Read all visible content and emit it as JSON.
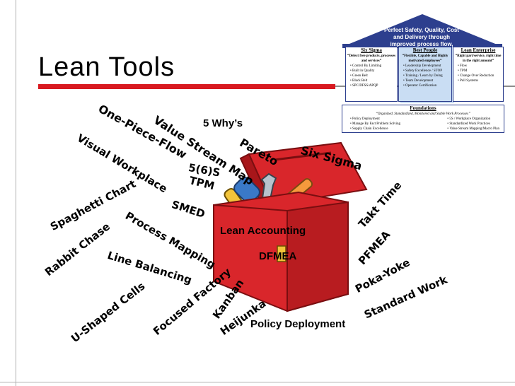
{
  "slide": {
    "title": "Lean Tools"
  },
  "house": {
    "title": "Perfect Safety, Quality, Cost and Delivery through improved process flow, waste elimination, and reduced variation",
    "pillars": [
      {
        "heading": "Six Sigma",
        "intro": "“Defect free products, processes and services”",
        "items": [
          "Control By Limiting",
          "Built in Quality",
          "Green Belt",
          "Black Belt",
          "SPC/DFSS/APQP"
        ]
      },
      {
        "heading": "Best People",
        "intro": "“Flexible, Capable and Highly motivated employees”",
        "items": [
          "Leadership Development",
          "Safety Excellence / STOP",
          "Training / Learn by Doing",
          "Team Development",
          "Operator Certification"
        ]
      },
      {
        "heading": "Lean Enterprise",
        "intro": "“Right part/service, right time in the right amount”",
        "items": [
          "Flow",
          "TPM",
          "Change Over Reduction",
          "Pull Systems"
        ]
      }
    ],
    "foundation": {
      "heading": "Foundations",
      "subtitle": "“Organized, Standardized, Monitored and Stable Work Processes”",
      "left": [
        "Policy Deployment",
        "Manage By Fact Problem Solving",
        "Supply Chain Excellence"
      ],
      "right": [
        "5S / Workplace Organization",
        "Standardized Work Practices",
        "Value Stream Mapping/Macro Plan"
      ]
    }
  },
  "tools": {
    "five_why": "5 Why’s",
    "one_piece_flow": "One-Piece-Flow",
    "value_stream_map": "Value Stream Map",
    "pareto": "Pareto",
    "six_sigma": "Six Sigma",
    "visual_workplace": "Visual Workplace",
    "five_s": "5(6)S",
    "tpm": "TPM",
    "spaghetti_chart": "Spaghetti Chart",
    "smed": "SMED",
    "takt_time": "Takt Time",
    "process_mapping": "Process Mapping",
    "lean_accounting": "Lean Accounting",
    "rabbit_chase": "Rabbit Chase",
    "dfmea": "DFMEA",
    "pfmea": "PFMEA",
    "line_balancing": "Line Balancing",
    "poka_yoke": "Poka-Yoke",
    "focused_factory": "Focused Factory",
    "standard_work": "Standard Work",
    "kanban": "Kanban",
    "u_shaped_cells": "U-Shaped Cells",
    "heijunka": "Heijunka",
    "policy_deployment": "Policy Deployment"
  },
  "colors": {
    "title_rule": "#d81920",
    "toolbox_red": "#d9262b",
    "house_roof": "#2d3f8e"
  }
}
